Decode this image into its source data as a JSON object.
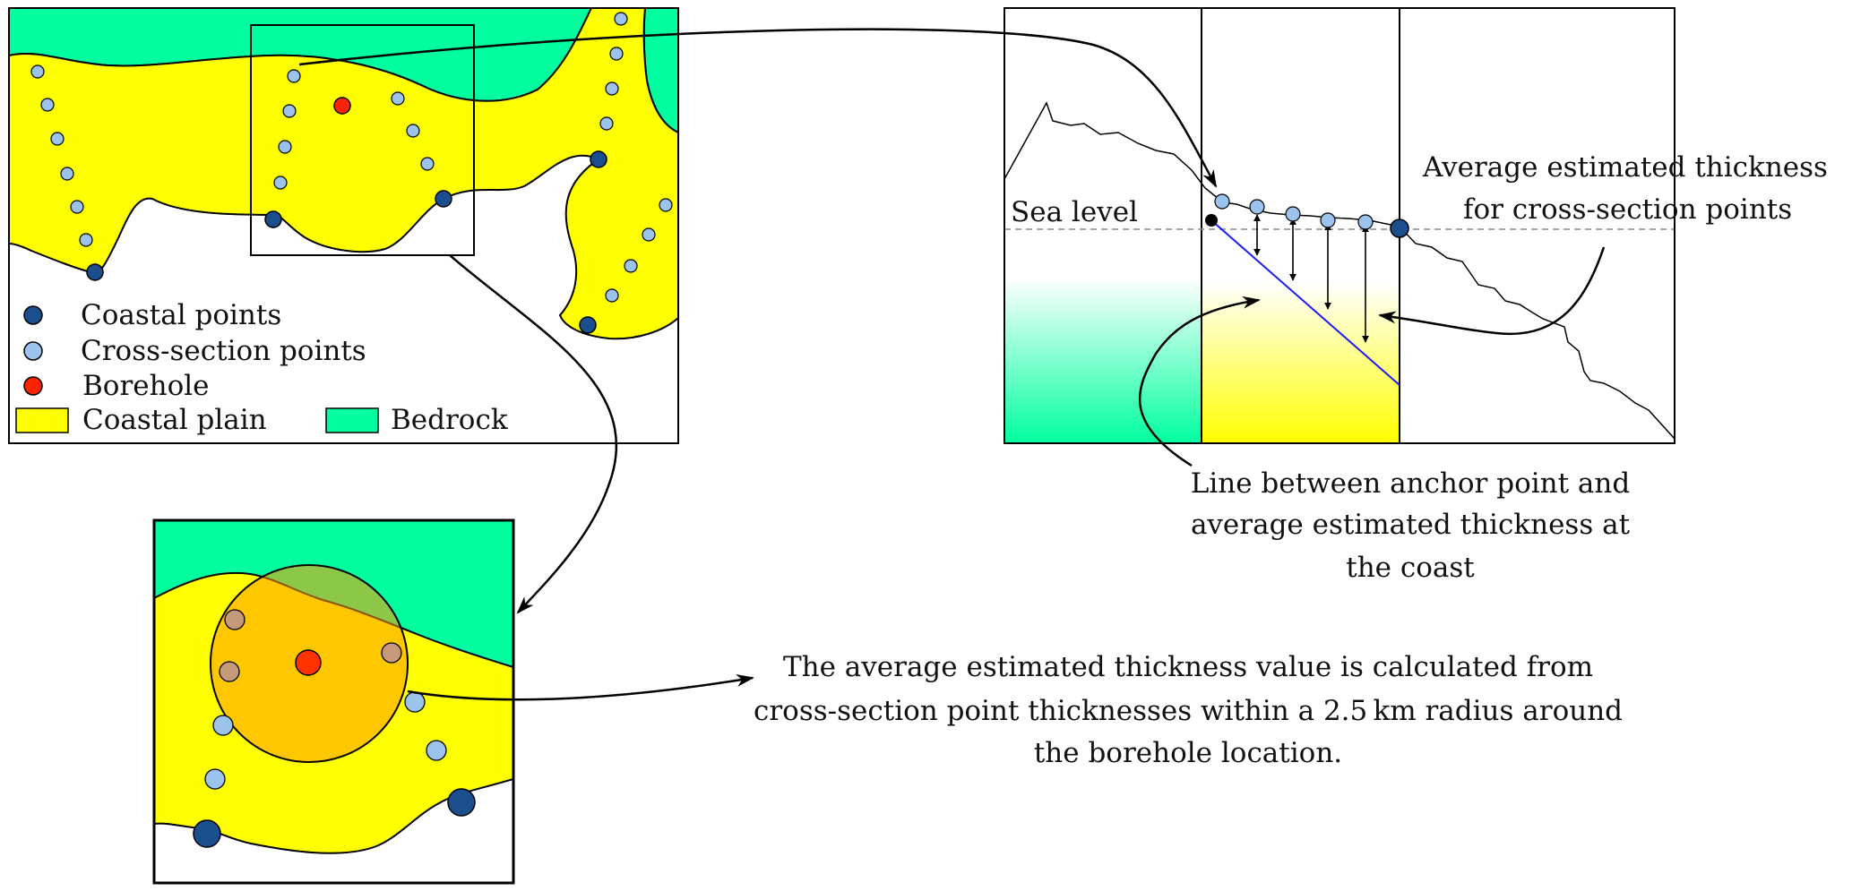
{
  "legend": {
    "coastal_points": "Coastal points",
    "cross_section_points": "Cross-section points",
    "borehole": "Borehole",
    "coastal_plain": "Coastal plain",
    "bedrock": "Bedrock"
  },
  "cross_section": {
    "sea_level": "Sea level",
    "avg_thickness_line1": "Average estimated thickness",
    "avg_thickness_line2": "for cross-section points",
    "anchor_line1": "Line between anchor point and",
    "anchor_line2": "average estimated thickness at",
    "anchor_line3": "the coast"
  },
  "caption": {
    "line1": "The average estimated thickness value is calculated from",
    "line2": "cross-section point thicknesses within a 2.5 km radius around",
    "line3": "the borehole location."
  },
  "colors": {
    "coastal_plain": "#ffff00",
    "bedrock": "#00ff9f",
    "coastal_point": "#1a4e8c",
    "cross_section_point": "#9cc3ec",
    "borehole": "#ff2200",
    "radius_fill": "#ff9900",
    "anchor_line": "#1a1aff"
  }
}
